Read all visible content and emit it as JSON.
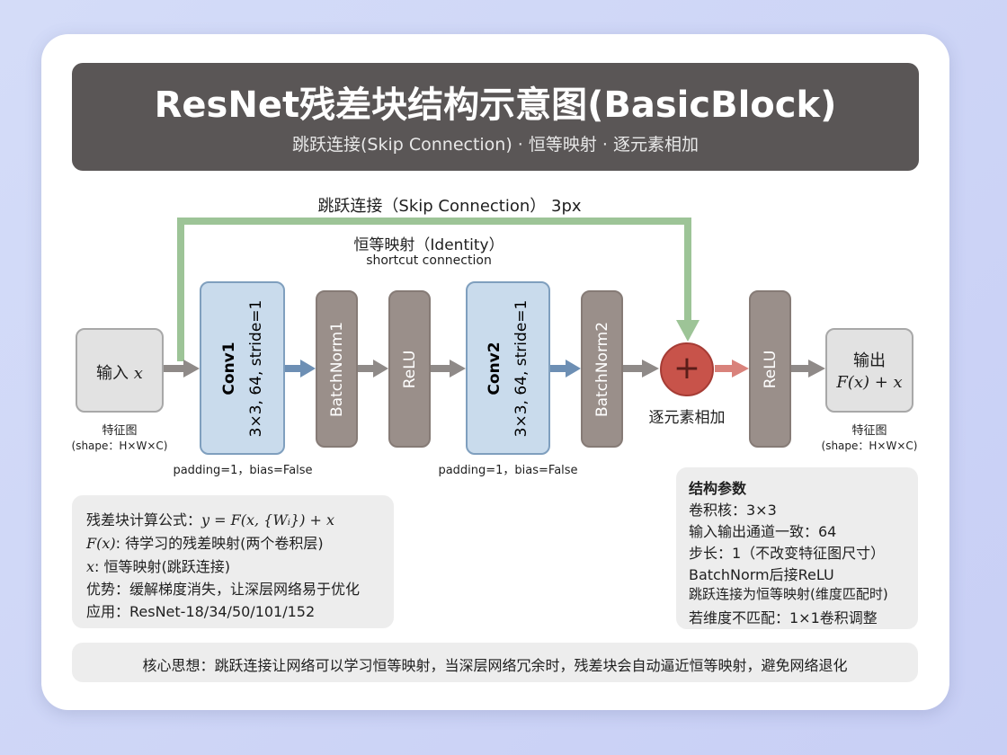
{
  "header": {
    "title": "ResNet残差块结构示意图(BasicBlock)",
    "subtitle": "跳跃连接(Skip Connection) · 恒等映射 · 逐元素相加"
  },
  "skip": {
    "label": "跳跃连接（Skip Connection） 3px",
    "identity": "恒等映射（Identity）",
    "shortcut": "shortcut connection"
  },
  "input": {
    "label": "输入",
    "var": "x",
    "caption1": "特征图",
    "caption2": "(shape：H×W×C)"
  },
  "conv1": {
    "name": "Conv1",
    "params": "3×3, 64, stride=1",
    "caption": "padding=1，bias=False"
  },
  "bn1": {
    "label": "BatchNorm1"
  },
  "relu1": {
    "label": "ReLU"
  },
  "conv2": {
    "name": "Conv2",
    "params": "3×3, 64, stride=1",
    "caption": "padding=1，bias=False"
  },
  "bn2": {
    "label": "BatchNorm2"
  },
  "sum": {
    "symbol": "+",
    "caption": "逐元素相加"
  },
  "relu2": {
    "label": "ReLU"
  },
  "output": {
    "label": "输出",
    "formula": "F(x) + x",
    "caption1": "特征图",
    "caption2": "(shape：H×W×C)"
  },
  "formula_panel": {
    "line1_label": "残差块计算公式：",
    "line1_math": "y = F(x, {Wᵢ}) + x",
    "line2_math": "F(x)",
    "line2_text": ": 待学习的残差映射(两个卷积层)",
    "line3_math": "x",
    "line3_text": ": 恒等映射(跳跃连接)",
    "line4": "优势：缓解梯度消失，让深层网络易于优化",
    "line5": "应用：ResNet-18/34/50/101/152"
  },
  "params_panel": {
    "title": "结构参数",
    "items": [
      "卷积核：3×3",
      "输入输出通道一致：64",
      "步长：1（不改变特征图尺寸）",
      "BatchNorm后接ReLU",
      "跳跃连接为恒等映射(维度匹配时)",
      "若维度不匹配：1×1卷积调整"
    ]
  },
  "footer": {
    "text": "核心思想：跳跃连接让网络可以学习恒等映射，当深层网络冗余时，残差块会自动逼近恒等映射，避免网络退化"
  },
  "colors": {
    "header_bg": "#5a5656",
    "conv_fill": "#c9dbec",
    "layer_fill": "#9a8f8a",
    "skip_arrow": "#9dc497",
    "sum_fill": "#c8534a",
    "data_arrow_gray": "#8f8a88",
    "data_arrow_blue": "#6d8fb4",
    "data_arrow_red": "#d9827b"
  }
}
